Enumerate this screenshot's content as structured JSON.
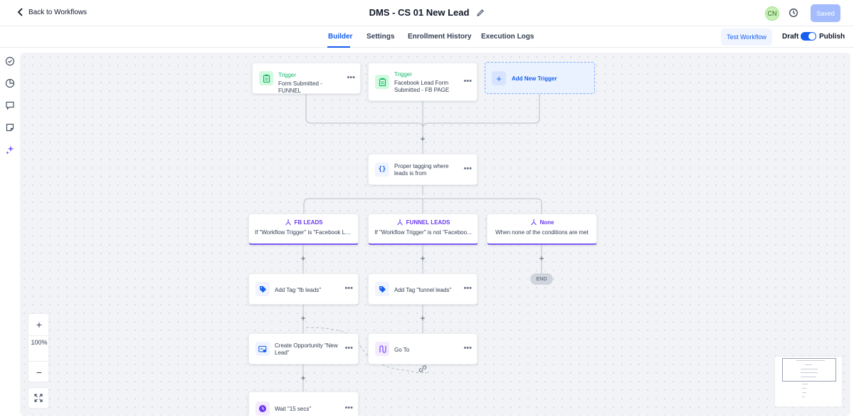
{
  "header": {
    "back_label": "Back to Workflows",
    "title": "DMS - CS 01 New Lead",
    "avatar_initials": "CN",
    "saved_label": "Saved"
  },
  "tabs": [
    {
      "label": "Builder",
      "active": true
    },
    {
      "label": "Settings"
    },
    {
      "label": "Enrollment History"
    },
    {
      "label": "Execution Logs"
    }
  ],
  "toolbar": {
    "test_workflow_label": "Test Workflow",
    "draft_label": "Draft",
    "publish_label": "Publish",
    "publish_on": true
  },
  "sidebar": [
    "check-circle-icon",
    "pie-chart-icon",
    "comment-icon",
    "note-icon",
    "sparkles-icon"
  ],
  "triggers": [
    {
      "kind": "Trigger",
      "text": "Form Submitted - FUNNEL"
    },
    {
      "kind": "Trigger",
      "text": "Facebook Lead Form Submitted - FB PAGE"
    }
  ],
  "add_trigger_label": "Add New Trigger",
  "action_main": {
    "text": "Proper tagging where leads is from"
  },
  "branches": [
    {
      "name": "FB LEADS",
      "desc": "If \"Workflow Trigger\" is \"Facebook Le..."
    },
    {
      "name": "FUNNEL LEADS",
      "desc": "If \"Workflow Trigger\" is not \"Faceboo..."
    },
    {
      "name": "None",
      "desc": "When none of the conditions are met"
    }
  ],
  "actions": {
    "tag_fb": "Add Tag \"fb leads\"",
    "tag_funnel": "Add Tag \"funnel leads\"",
    "opportunity": "Create Opportunity \"New Lead\"",
    "goto": "Go To",
    "wait": "Wait \"15 secs\""
  },
  "end_label": "END",
  "zoom": {
    "level": "100%"
  },
  "colors": {
    "accent": "#155eef",
    "branch": "#7a5af8",
    "trigger": "#12b76a"
  }
}
